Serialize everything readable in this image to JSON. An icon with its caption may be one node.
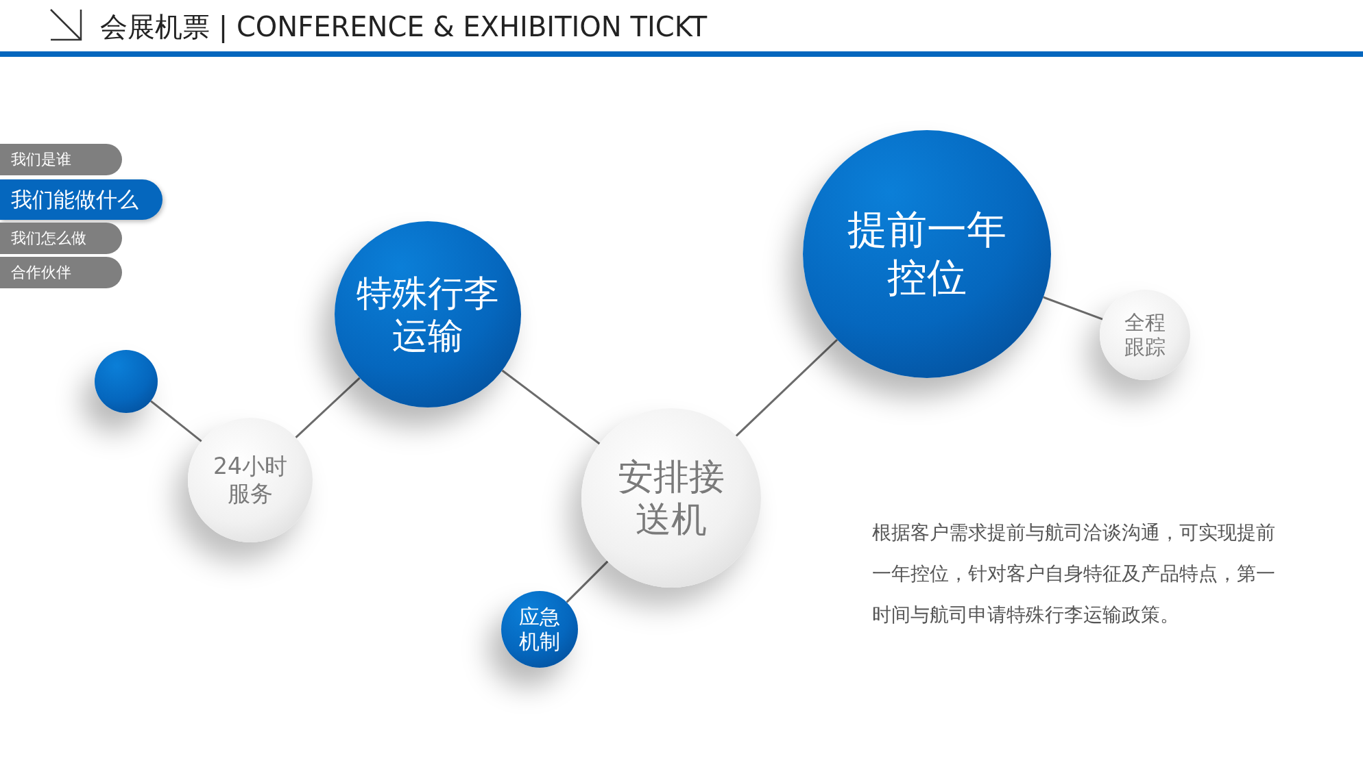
{
  "diagram": {
    "title": "会展机票 | CONFERENCE & EXHIBITION TICKT",
    "nodes": [
      {
        "text": [
          "我们是谁"
        ]
      },
      {
        "text": [
          "我们能做什么"
        ]
      },
      {
        "text": [
          "我们怎么做"
        ]
      },
      {
        "text": [
          "合作伙伴"
        ]
      },
      {
        "text": [],
        "shape": "circle"
      },
      {
        "text": [
          "24小时服务"
        ]
      },
      {
        "text": [
          "特殊行李运输"
        ]
      },
      {
        "text": [
          "安排接送机"
        ]
      },
      {
        "text": [
          "应急机制"
        ]
      },
      {
        "text": [
          "提前一年控位"
        ]
      },
      {
        "text": [
          "全程跟踪"
        ]
      }
    ],
    "edges": [
      {
        "from": 4,
        "to": 5,
        "arrow": "none"
      },
      {
        "from": 5,
        "to": 6,
        "arrow": "none"
      },
      {
        "from": 6,
        "to": 7,
        "arrow": "none"
      },
      {
        "from": 7,
        "to": 8,
        "arrow": "none"
      },
      {
        "from": 7,
        "to": 9,
        "arrow": "none"
      },
      {
        "from": 9,
        "to": 10,
        "arrow": "none"
      }
    ],
    "labels": [
      "根据客户需求提前与航司洽谈沟通，可实现提前一年控位，针对客户自身特征及产品特点，第一时间与航司申请特殊行李运输政策。"
    ]
  }
}
